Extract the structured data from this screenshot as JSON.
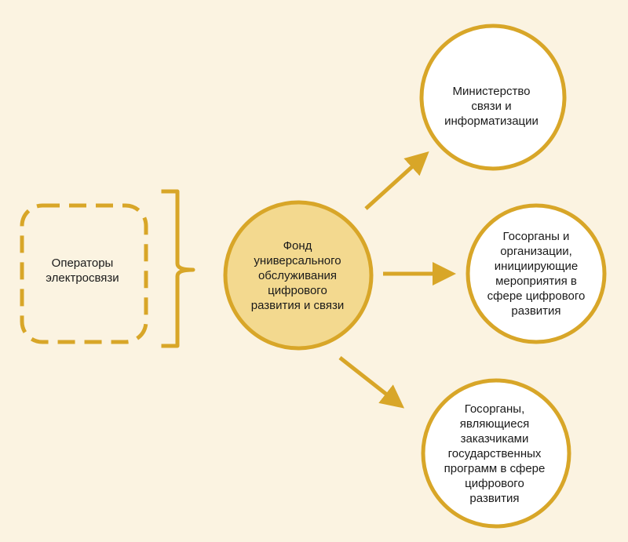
{
  "colors": {
    "background": "#fbf3e1",
    "accent": "#d8a628",
    "center_fill": "#f3d98f",
    "node_fill": "#ffffff",
    "text": "#1a1a1a"
  },
  "nodes": {
    "operators": {
      "label": "Операторы\nэлектросвязи"
    },
    "fund": {
      "label": "Фонд\nуниверсального\nобслуживания\nцифрового\nразвития и связи"
    },
    "ministry": {
      "label": "Министерство\nсвязи и\nинформатизации"
    },
    "agencies": {
      "label": "Госорганы и\nорганизации,\nинициирующие\nмероприятия в\nсфере цифрового\nразвития"
    },
    "customers": {
      "label": "Госорганы,\nявляющиеся\nзаказчиками\nгосударственных\nпрограмм в сфере\nцифрового\nразвития"
    }
  }
}
